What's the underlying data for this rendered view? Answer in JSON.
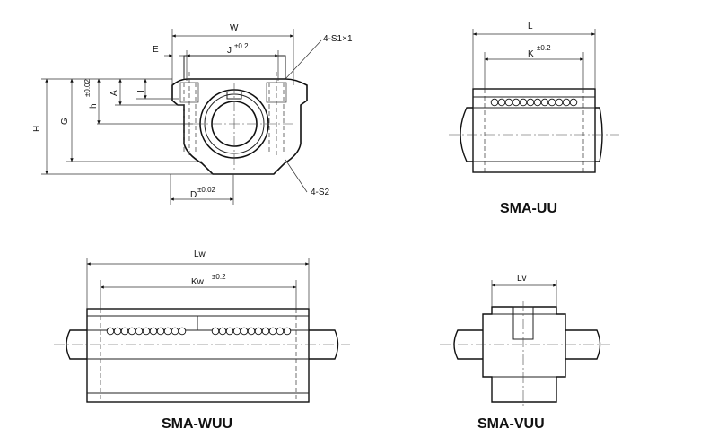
{
  "front_view": {
    "W": "W",
    "J": "J",
    "J_tol": "±0.2",
    "E": "E",
    "S1": "4-S1×1",
    "S2": "4-S2",
    "H": "H",
    "G": "G",
    "h": "h",
    "h_tol": "±0.02",
    "A": "A",
    "I": "I",
    "D": "D",
    "D_tol": "±0.02"
  },
  "uu_view": {
    "L": "L",
    "K": "K",
    "K_tol": "±0.2",
    "title": "SMA-UU"
  },
  "wuu_view": {
    "Lw": "Lw",
    "Kw": "Kw",
    "Kw_tol": "±0.2",
    "title": "SMA-WUU"
  },
  "vuu_view": {
    "Lv": "Lv",
    "title": "SMA-VUU"
  }
}
